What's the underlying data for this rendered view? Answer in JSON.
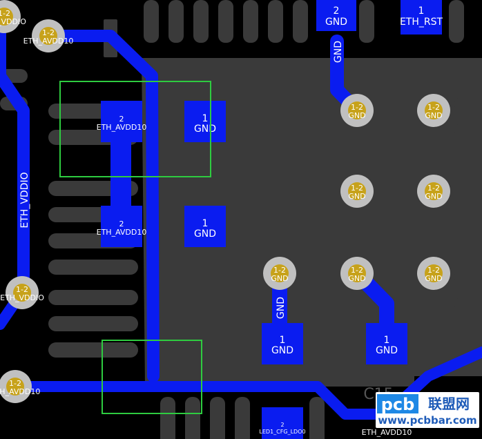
{
  "colors": {
    "background": "#000000",
    "copper_plane": "#3a3a3a",
    "trace": "#0a1cf0",
    "pad": "#0a1cf0",
    "via_ring": "#c0c0c0",
    "via_hole": "#c7a21a",
    "silkscreen": "#2ecc40",
    "text": "#ffffff"
  },
  "pads": [
    {
      "id": "p2",
      "num": "2",
      "net": "GND"
    },
    {
      "id": "p1rst",
      "num": "1",
      "net": "ETH_RST"
    },
    {
      "id": "c1a_2",
      "num": "2",
      "net": "ETH_AVDD10"
    },
    {
      "id": "c1a_1",
      "num": "1",
      "net": "GND"
    },
    {
      "id": "c1b_2",
      "num": "2",
      "net": "ETH_AVDD10"
    },
    {
      "id": "c1b_1",
      "num": "1",
      "net": "GND"
    },
    {
      "id": "c2_1",
      "num": "1",
      "net": "GND"
    },
    {
      "id": "c3_1",
      "num": "1",
      "net": "GND"
    },
    {
      "id": "led",
      "num": "2",
      "net": "LED1_CFG_LDO0"
    }
  ],
  "vias": [
    {
      "id": "v_tl",
      "label": "1-2",
      "net": "ETH_AVDD10"
    },
    {
      "id": "v_top_left",
      "label": "1-2",
      "net": "ETH_VDDIO"
    },
    {
      "id": "v_g1",
      "label": "1-2",
      "net": "GND"
    },
    {
      "id": "v_g2",
      "label": "1-2",
      "net": "GND"
    },
    {
      "id": "v_g3",
      "label": "1-2",
      "net": "GND"
    },
    {
      "id": "v_g4",
      "label": "1-2",
      "net": "GND"
    },
    {
      "id": "v_g5",
      "label": "1-2",
      "net": "GND"
    },
    {
      "id": "v_g6",
      "label": "1-2",
      "net": "GND"
    },
    {
      "id": "v_g7",
      "label": "1-2",
      "net": "GND"
    },
    {
      "id": "v_vddio",
      "label": "1-2",
      "net": "ETH_VDDIO"
    },
    {
      "id": "v_avdd_bl",
      "label": "1-2",
      "net": "ETH_AVDD10"
    }
  ],
  "trace_labels": {
    "gnd_top": "GND",
    "eth_vddio_vertical": "ETH_VDDIO",
    "gnd_mid": "GND",
    "eth_avdd10_bottom": "ETH_AVDD10",
    "c15": "C15"
  },
  "watermark": {
    "brand_latin": "pcb",
    "brand_cn": "联盟网",
    "url": "www.pcbbar.com"
  }
}
